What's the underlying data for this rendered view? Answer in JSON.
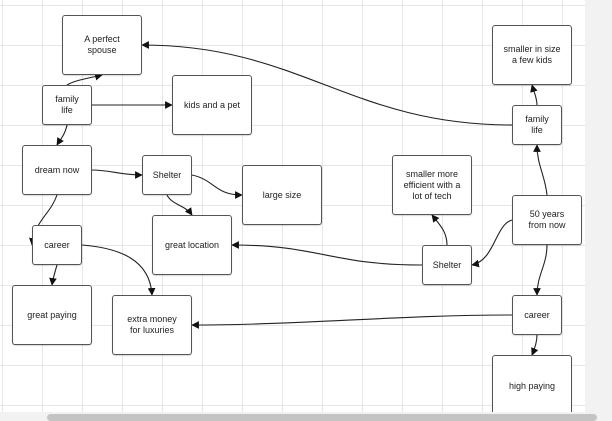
{
  "nodes": [
    {
      "id": "spouse",
      "label": "A perfect\nspouse"
    },
    {
      "id": "family_left",
      "label": "family\nlife"
    },
    {
      "id": "kids",
      "label": "kids and a pet"
    },
    {
      "id": "dream",
      "label": "dream now"
    },
    {
      "id": "shelter_left",
      "label": "Shelter"
    },
    {
      "id": "large",
      "label": "large size"
    },
    {
      "id": "location",
      "label": "great location"
    },
    {
      "id": "career_left",
      "label": "career"
    },
    {
      "id": "great_paying",
      "label": "great paying"
    },
    {
      "id": "extra_money",
      "label": "extra money\nfor luxuries"
    },
    {
      "id": "smaller_size",
      "label": "smaller in size\na few kids"
    },
    {
      "id": "family_right",
      "label": "family\nlife"
    },
    {
      "id": "smaller_tech",
      "label": "smaller more\nefficient with a\nlot of tech"
    },
    {
      "id": "fifty",
      "label": "50 years\nfrom now"
    },
    {
      "id": "shelter_right",
      "label": "Shelter"
    },
    {
      "id": "career_right",
      "label": "career"
    },
    {
      "id": "high_paying",
      "label": "high paying"
    }
  ],
  "edges": [
    {
      "from": "family_left",
      "to": "spouse"
    },
    {
      "from": "family_left",
      "to": "kids"
    },
    {
      "from": "family_left",
      "to": "dream"
    },
    {
      "from": "dream",
      "to": "shelter_left"
    },
    {
      "from": "dream",
      "to": "career_left"
    },
    {
      "from": "shelter_left",
      "to": "large"
    },
    {
      "from": "shelter_left",
      "to": "location"
    },
    {
      "from": "career_left",
      "to": "great_paying"
    },
    {
      "from": "career_left",
      "to": "extra_money"
    },
    {
      "from": "family_right",
      "to": "spouse"
    },
    {
      "from": "family_right",
      "to": "smaller_size"
    },
    {
      "from": "fifty",
      "to": "family_right"
    },
    {
      "from": "fifty",
      "to": "shelter_right"
    },
    {
      "from": "fifty",
      "to": "career_right"
    },
    {
      "from": "shelter_right",
      "to": "smaller_tech"
    },
    {
      "from": "shelter_right",
      "to": "location"
    },
    {
      "from": "career_right",
      "to": "extra_money"
    },
    {
      "from": "career_right",
      "to": "high_paying"
    }
  ]
}
